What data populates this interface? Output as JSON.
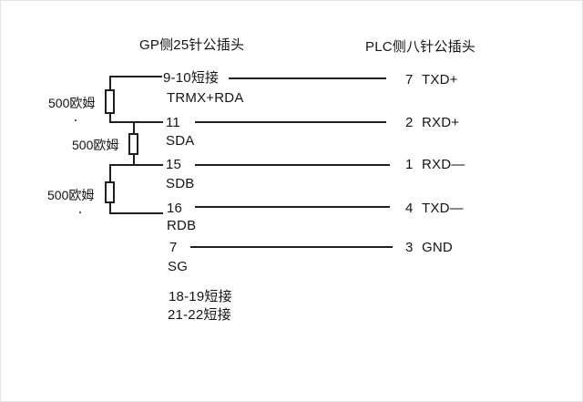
{
  "diagram": {
    "left_header": "GP侧25针公插头",
    "right_header": "PLC侧八针公插头",
    "rows": [
      {
        "left_pin": "9-10短接",
        "left_signal": "TRMX+RDA",
        "right_pin": "7",
        "right_signal": "TXD+"
      },
      {
        "left_pin": "11",
        "left_signal": "SDA",
        "right_pin": "2",
        "right_signal": "RXD+"
      },
      {
        "left_pin": "15",
        "left_signal": "SDB",
        "right_pin": "1",
        "right_signal": "RXD—"
      },
      {
        "left_pin": "16",
        "left_signal": "RDB",
        "right_pin": "4",
        "right_signal": "TXD—"
      },
      {
        "left_pin": "7",
        "left_signal": "SG",
        "right_pin": "3",
        "right_signal": "GND"
      }
    ],
    "resistors": [
      {
        "label": "500欧姆"
      },
      {
        "label": "500欧姆"
      },
      {
        "label": "500欧姆"
      }
    ],
    "notes": [
      "18-19短接",
      "21-22短接"
    ],
    "colors": {
      "line": "#1f1f1f",
      "text": "#141414",
      "background": "#ffffff"
    }
  }
}
